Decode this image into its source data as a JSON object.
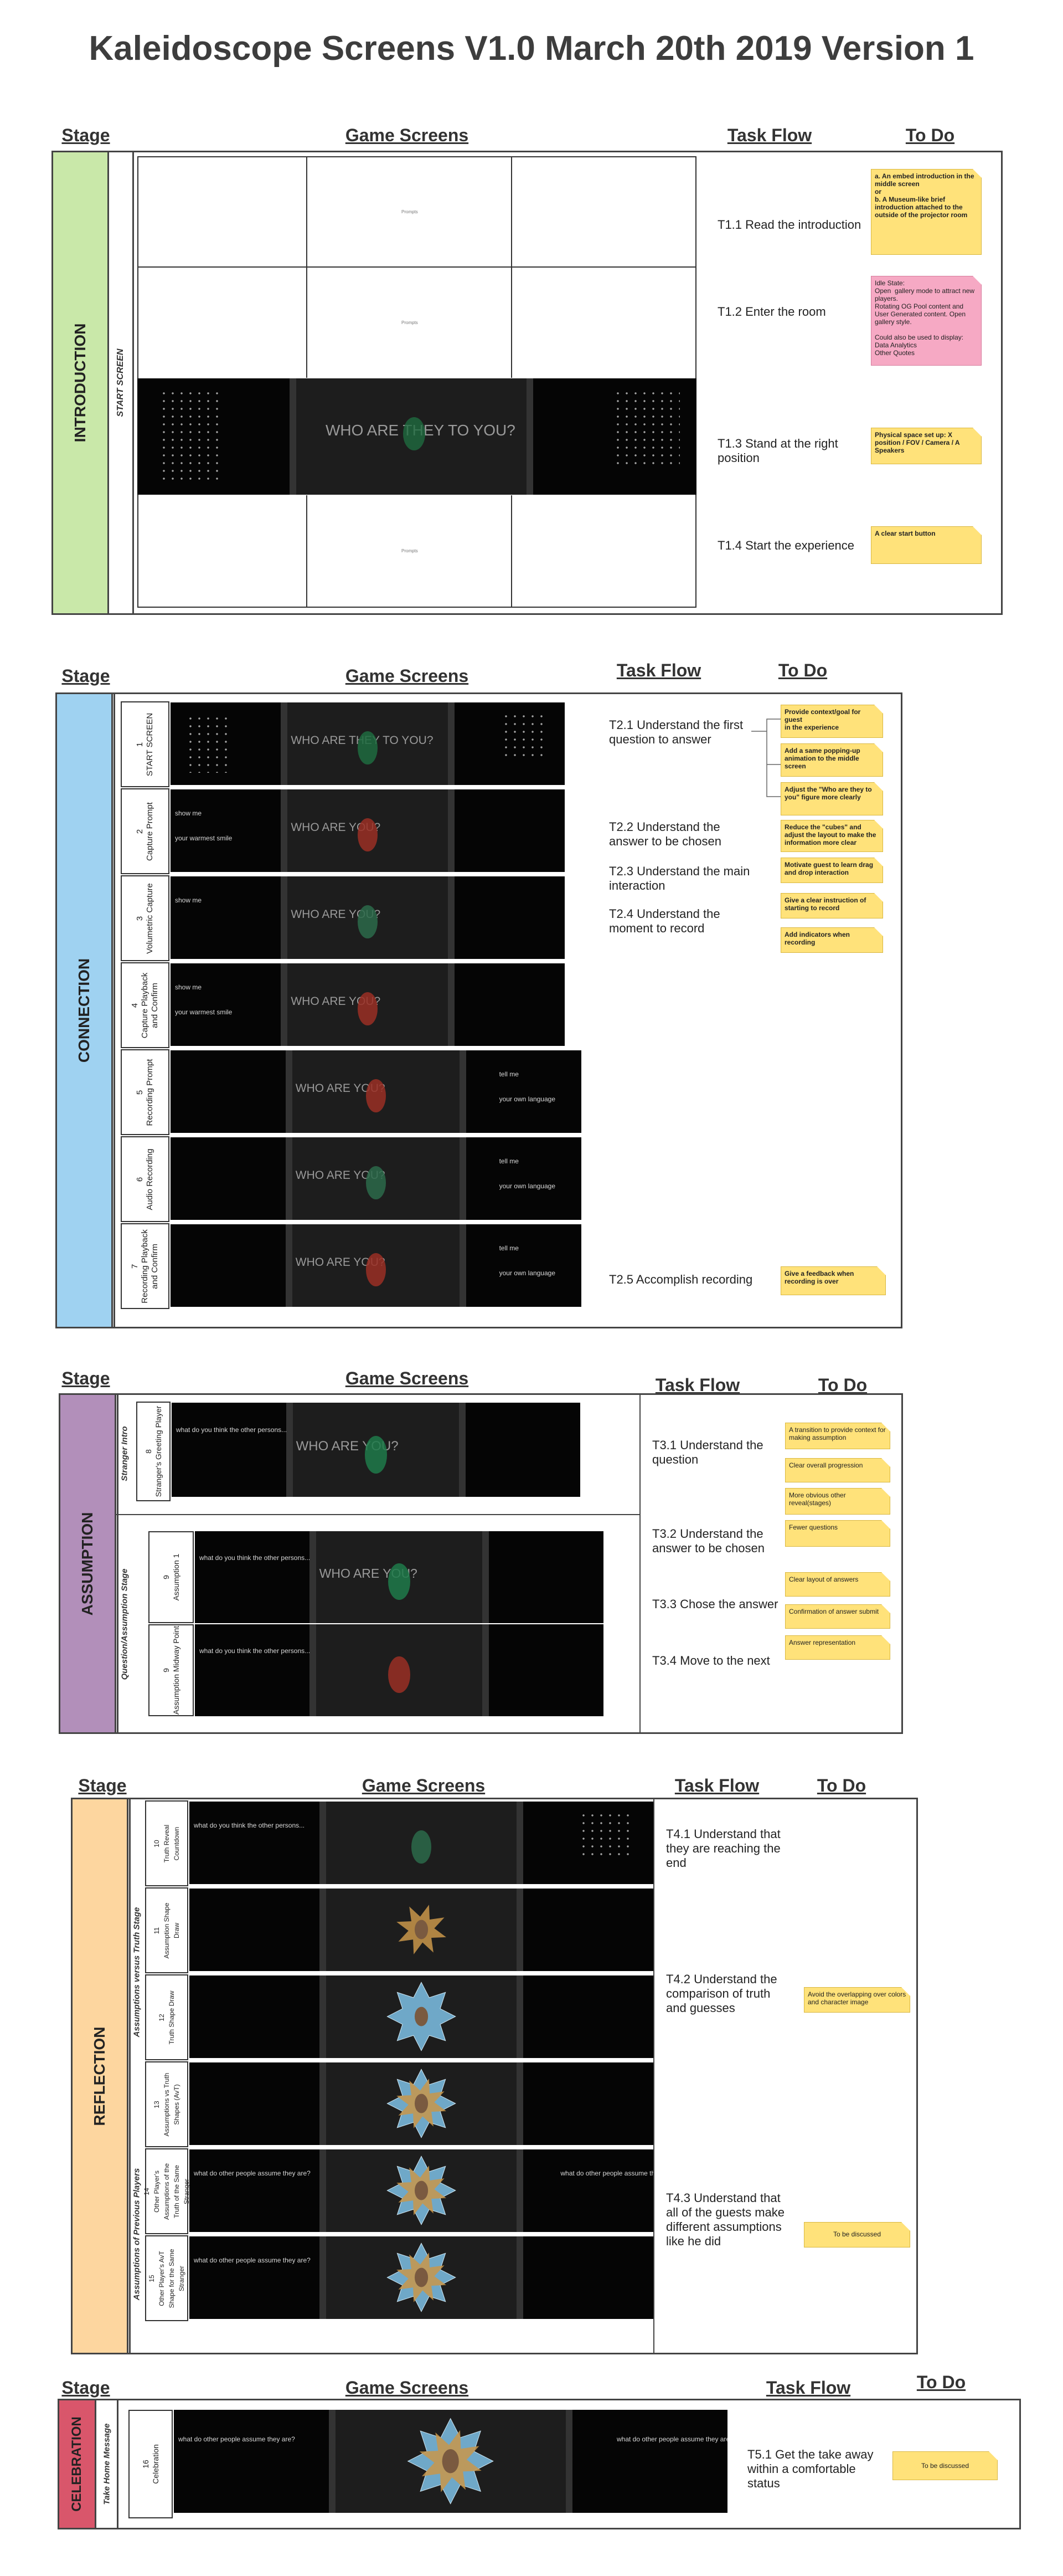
{
  "title": "Kaleidoscope Screens V1.0 March 20th 2019 Version 1",
  "headers": {
    "stage": "Stage",
    "game_screens": "Game Screens",
    "task_flow": "Task Flow",
    "todo": "To Do"
  },
  "colors": {
    "introduction": "#c9e8a9",
    "connection": "#9fd2f1",
    "assumption": "#b28fba",
    "reflection": "#fdd69f",
    "celebration": "#d9566b",
    "note_yellow": "#ffe27a",
    "note_pink": "#f6a9c4"
  },
  "screen_text": {
    "who": "WHO ARE THEY TO YOU?",
    "who_split": "WHO ARE          YOU?",
    "show_me": "show me",
    "your_warmest_smile": "your warmest smile",
    "tell_me": "tell me",
    "your_own_language": "your own language",
    "placeholder": "Prompts",
    "what_do_you_think": "what do you think the other persons...",
    "what_do_other_people": "what do other people assume they are?"
  },
  "introduction": {
    "stage": "INTRODUCTION",
    "sub": "START SCREEN",
    "tasks": [
      "T1.1 Read the introduction",
      "T1.2 Enter the room",
      "T1.3 Stand at the right position",
      "T1.4 Start the experience"
    ],
    "notes": [
      "a. An embed introduction in the middle screen\nor\nb. A Museum-like brief introduction attached to the outside of the projector room",
      "Idle State:\nOpen  gallery mode to attract new players.\nRotating OG Pool content and User Generated content. Open gallery style.\n\nCould also be used to display:\nData Analytics\nOther Quotes",
      "Physical space set up: X position / FOV / Camera / A Speakers",
      "A clear start button"
    ]
  },
  "connection": {
    "stage": "CONNECTION",
    "rows": [
      "1\nSTART SCREEN",
      "2\nCapture Prompt",
      "3\nVolumetric Capture",
      "4\nCapture Playback\nand Confirm",
      "5\nRecording Prompt",
      "6\nAudio Recording",
      "7\nRecording Playback\nand Confirm"
    ],
    "tasks": [
      "T2.1 Understand the first question to answer",
      "T2.2 Understand the answer to be chosen",
      "T2.3 Understand the main interaction",
      "T2.4 Understand the moment to record",
      "T2.5 Accomplish recording"
    ],
    "notes": [
      "Provide context/goal for guest\nin the experience",
      "Add a same popping-up animation to the middle screen",
      "Adjust the \"Who are they to you\" figure more clearly",
      "Reduce the \"cubes\" and adjust the layout to make the information more clear",
      "Motivate guest to learn drag and drop interaction",
      "Give a clear instruction of starting to record",
      "Add indicators when recording",
      "Give a feedback when recording is over"
    ]
  },
  "assumption": {
    "stage": "ASSUMPTION",
    "sub_a": "Stranger Intro",
    "sub_b": "Question/Assumption Stage",
    "rows": [
      "8\nStranger's Greeting Player",
      "9\nAssumption 1",
      "9\nAssumption Midway Point"
    ],
    "tasks": [
      "T3.1 Understand the question",
      "T3.2 Understand the answer to be chosen",
      "T3.3 Chose the answer",
      "T3.4 Move to the next"
    ],
    "notes": [
      "A transition to provide context for making assumption",
      "Clear overall progression",
      "More obvious other reveal(stages)",
      "Fewer questions",
      "Clear layout of answers",
      "Confirmation of answer submit",
      "Answer representation"
    ]
  },
  "reflection": {
    "stage": "REFLECTION",
    "sub_a": "Assumptions versus Truth Stage",
    "sub_b": "Assumptions of Previous Players",
    "rows": [
      "10\nTruth Reveal\nCountdown",
      "11\nAssumption Shape\nDraw",
      "12\nTruth Shape Draw",
      "13\nAssumptions vs Truth\nShapes (AvT)",
      "14\nOther Player's\nAssumptions of the\nTruth of the Same\nStranger",
      "15\nOther Player's AvT\nShape for the Same\nStranger"
    ],
    "tasks": [
      "T4.1 Understand that they are reaching the end",
      "T4.2 Understand the comparison of truth and guesses",
      "T4.3 Understand that all of the guests make different assumptions like he did"
    ],
    "notes": [
      "Avoid the overlapping over colors and character image",
      "To be discussed"
    ]
  },
  "celebration": {
    "stage": "CELEBRATION",
    "sub": "Take Home Message",
    "rows": [
      "16\nCelebration"
    ],
    "tasks": [
      "T5.1 Get the take away within a comfortable status"
    ],
    "notes": [
      "To be discussed"
    ]
  }
}
